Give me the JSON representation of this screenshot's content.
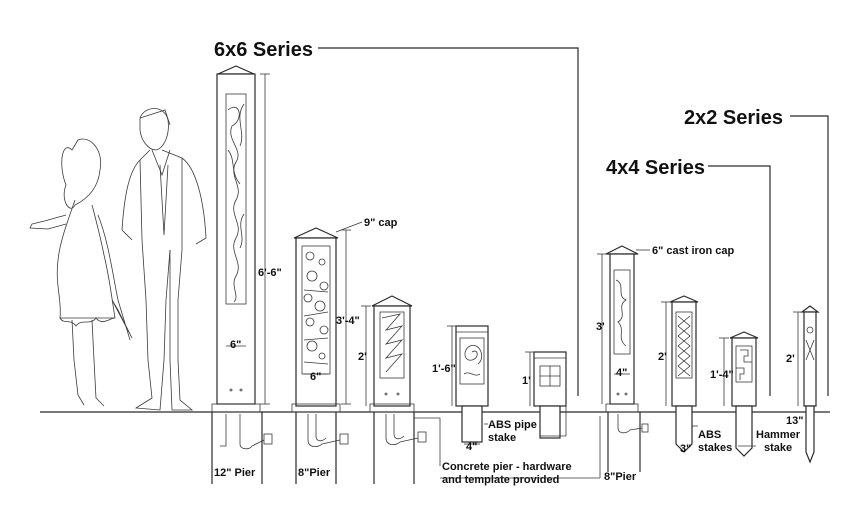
{
  "series": {
    "s6x6": "6x6 Series",
    "s4x4": "4x4 Series",
    "s2x2": "2x2 Series"
  },
  "dimensions": {
    "d_6_6": "6'-6\"",
    "d_6in_a": "6\"",
    "d_3_4": "3'-4\"",
    "d_6in_b": "6\"",
    "d_2ft_a": "2'",
    "d_1_6": "1'-6\"",
    "d_4in_a": "4\"",
    "d_1ft": "1'",
    "d_3ft": "3'",
    "d_4in_b": "4\"",
    "d_2ft_b": "2'",
    "d_1_4": "1'-4\"",
    "d_3in": "3\"",
    "d_2ft_c": "2'",
    "d_13in": "13\""
  },
  "callouts": {
    "cap9": "9\" cap",
    "cap6": "6\" cast iron cap",
    "abs_pipe_1": "ABS pipe",
    "abs_pipe_2": "stake",
    "concrete_1": "Concrete pier - hardware",
    "concrete_2": "and template provided",
    "abs_stakes_1": "ABS",
    "abs_stakes_2": "stakes",
    "hammer_1": "Hammer",
    "hammer_2": "stake"
  },
  "piers": {
    "p12": "12\" Pier",
    "p8a": "8\"Pier",
    "p8b": "8\"Pier"
  }
}
